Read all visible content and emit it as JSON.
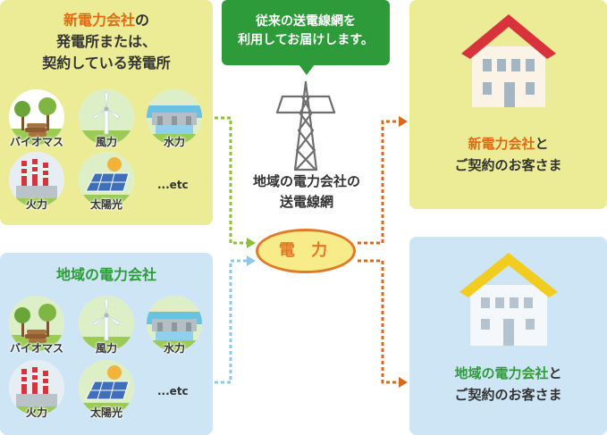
{
  "new_company_panel": {
    "title_highlight": "新電力会社",
    "title_suffix": "の",
    "title_line2": "発電所または、",
    "title_line3": "契約している発電所",
    "sources": [
      "バイオマス",
      "風力",
      "水力",
      "火力",
      "太陽光"
    ],
    "etc": "...etc"
  },
  "local_company_panel": {
    "title": "地域の電力会社",
    "sources": [
      "バイオマス",
      "風力",
      "水力",
      "火力",
      "太陽光"
    ],
    "etc": "...etc"
  },
  "bubble": {
    "line1": "従来の送電線網を",
    "line2": "利用してお届けします。"
  },
  "grid": {
    "line1": "地域の電力会社の",
    "line2": "送電線網"
  },
  "power": {
    "label": "電 力"
  },
  "customer_new": {
    "highlight": "新電力会社",
    "suffix": "と",
    "line2": "ご契約のお客さま"
  },
  "customer_local": {
    "highlight": "地域の電力会社",
    "suffix": "と",
    "line2": "ご契約のお客さま"
  },
  "colors": {
    "yellow_panel": "#ecec96",
    "blue_panel": "#cde5f5",
    "orange_text": "#e06a12",
    "green_text": "#2e9b3a",
    "green_arrow": "#8cbf3a",
    "blue_arrow": "#8ec8e6",
    "orange_arrow": "#d8691e",
    "red_roof": "#d8323c",
    "yellow_roof": "#f2cc1e"
  }
}
